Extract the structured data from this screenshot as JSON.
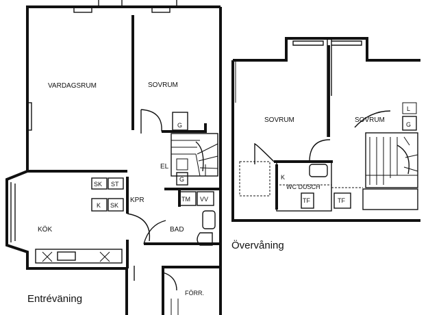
{
  "ground_floor": {
    "caption": "Entréväning",
    "rooms": {
      "living_room": "VARDAGSRUM",
      "bedroom": "SOVRUM",
      "kitchen": "KÖK",
      "hall": "KPR",
      "bathroom": "BAD",
      "entry": "FÖRR.",
      "electric": "EL"
    },
    "fixtures": {
      "wardrobe": "G",
      "wardrobe_2": "G",
      "cabinet_sk": "SK",
      "cabinet_st": "ST",
      "cabinet_k": "K",
      "cabinet_sk_2": "SK",
      "dishwasher": "TM",
      "water_heater": "VV"
    }
  },
  "upper_floor": {
    "caption": "Övervåning",
    "rooms": {
      "bedroom_left": "SOVRUM",
      "bedroom_right": "SOVRUM",
      "wc_shower": "WC DUSCH"
    },
    "fixtures": {
      "linen": "L",
      "wardrobe": "G",
      "dryer_1": "TF",
      "dryer_2": "TF",
      "wardrobe_k": "K"
    }
  }
}
